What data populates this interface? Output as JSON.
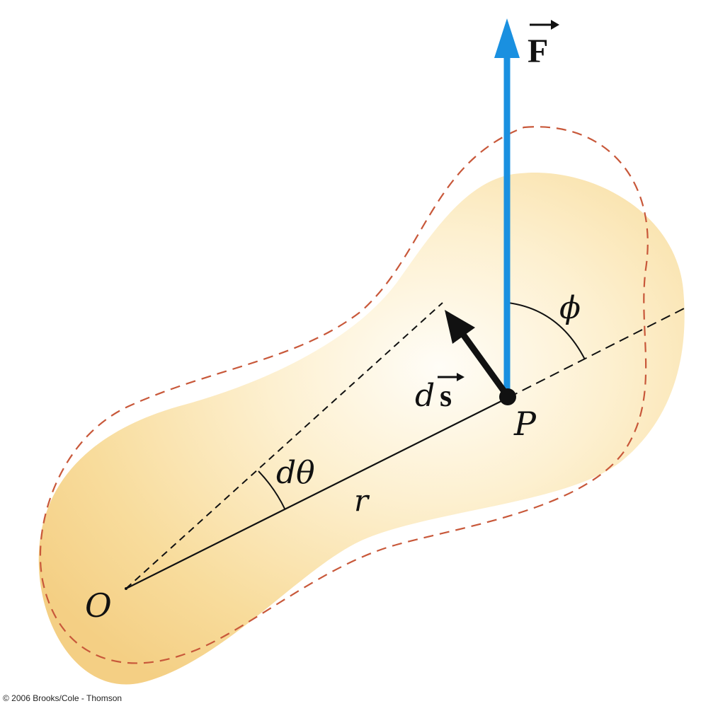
{
  "figure": {
    "labels": {
      "force": "F",
      "displacement_d": "d",
      "displacement_s": "s",
      "point": "P",
      "origin": "O",
      "radius": "r",
      "angle_dtheta": "dθ",
      "angle_phi": "ϕ"
    },
    "colors": {
      "body_center": "#fffaf0",
      "body_edge": "#f6d38c",
      "outline_dashed": "#c8583a",
      "force_arrow": "#1a90e0",
      "ink": "#111111"
    }
  },
  "footer": {
    "copyright": "© 2006 Brooks/Cole - Thomson"
  }
}
